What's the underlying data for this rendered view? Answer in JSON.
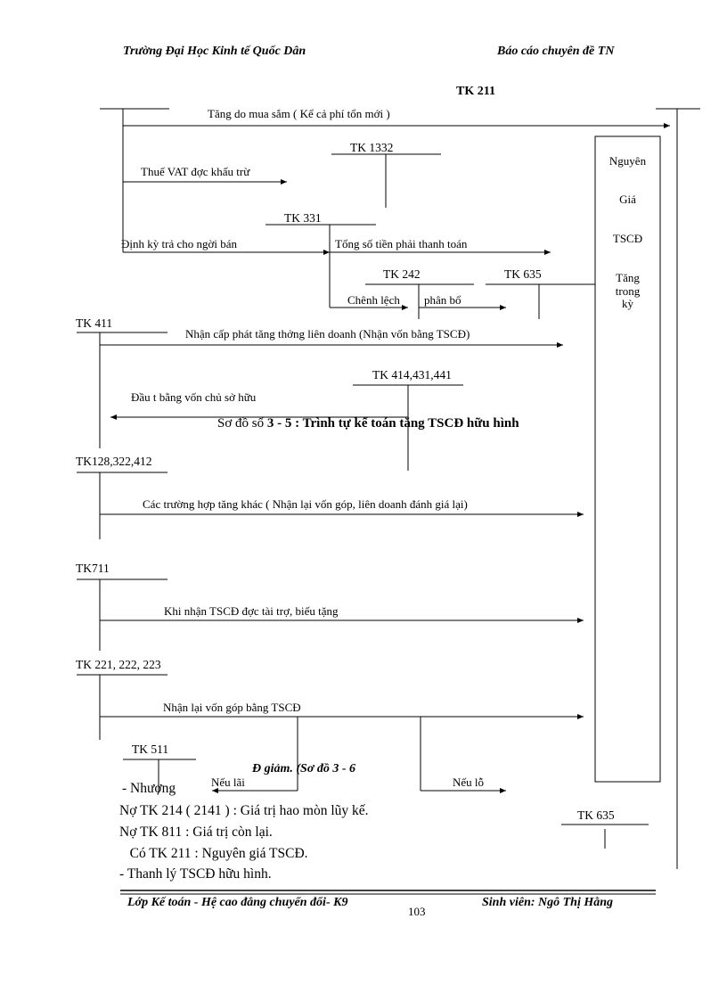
{
  "header": {
    "left": "Trường Đại Học Kinh tế Quốc Dân",
    "right": "Báo cáo chuyên đề TN"
  },
  "accounts": {
    "tk211": "TK 211",
    "tk1332": "TK 1332",
    "tk331": "TK 331",
    "tk242": "TK 242",
    "tk635_top": "TK 635",
    "tk411": "TK 411",
    "tk414": "TK 414,431,441",
    "tk128": "TK128,322,412",
    "tk711": "TK711",
    "tk221": "TK 221, 222, 223",
    "tk511": "TK 511",
    "tk635_bottom": "TK 635"
  },
  "labels": {
    "tang_mua_sam": "Tăng do mua sắm ( Kể cả phí tổn mới )",
    "thue_vat": "Thuế VAT đợc  khấu trừ",
    "dinh_ky": "Định kỳ trả cho ngời  bán",
    "tong_so_tien": "Tổng số tiền phải thanh toán",
    "chenh_lech": "Chênh lệch",
    "phan_bo": "phân bổ",
    "nhan_cap_phat": "Nhận cấp phát tăng thởng   liên doanh (Nhận vốn bằng TSCĐ)",
    "dau_tu": "Đầu t   bằng vốn chủ sở hữu",
    "cac_truong_hop": "Các trường hợp tăng khác ( Nhận lại vốn góp, liên doanh đánh giá lại)",
    "khi_nhan": "Khi nhận TSCĐ đợc   tài trợ,  biếu tặng",
    "nhan_lai_von": "Nhận lại vốn góp bằng TSCĐ",
    "neu_lai": "Nếu lãi",
    "neu_lo": "Nếu lỗ"
  },
  "box": {
    "line1": "Nguyên",
    "line2": "Giá",
    "line3": "TSCĐ",
    "line4": "Tăng",
    "line5": "trong",
    "line6": "kỳ"
  },
  "caption": {
    "prefix": "Sơ đồ số ",
    "number": "3 - 5 :",
    "title": " Trình tự kế toán tăng TSCĐ hữu hình"
  },
  "overlap_caption": "Đ giảm. (Sơ đồ 3 - 6",
  "body_lines": [
    "- Nhượng",
    "Nợ TK 214 ( 2141 ) : Giá trị hao mòn lũy kế.",
    "Nợ TK 811 : Giá trị còn lại.",
    "   Có TK 211 : Nguyên giá TSCĐ.",
    "- Thanh lý TSCĐ hữu hình."
  ],
  "footer": {
    "left": "Lớp Kế toán - Hệ cao đẳng chuyển đổi- K9",
    "page": "103",
    "right": "Sinh viên: Ngô Thị Hằng"
  }
}
